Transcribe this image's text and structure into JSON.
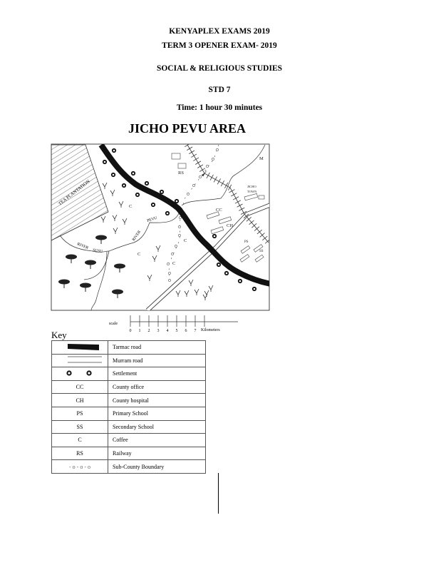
{
  "header": {
    "line1": "KENYAPLEX EXAMS 2019",
    "line2": "TERM 3 OPENER EXAM- 2019",
    "line3": "SOCIAL & RELIGIOUS STUDIES",
    "line4": "STD 7",
    "line5": "Time: 1 hour 30 minutes"
  },
  "map": {
    "title": "JICHO PEVU AREA",
    "labels": {
      "tea": "TEA PLANTATION",
      "rs": "RS",
      "m": "M",
      "jicho1": "JICHO",
      "jicho2": "TOWN",
      "cc": "CC",
      "ch": "CH",
      "ps": "PS",
      "ss": "SS",
      "c": "C",
      "pevu": "PEVU",
      "river": "RIVER",
      "river_susu": "RIVER",
      "susu": "SUSU"
    },
    "scale": {
      "label": "scale",
      "ticks": [
        "0",
        "1",
        "2",
        "3",
        "4",
        "5",
        "6",
        "7"
      ],
      "unit": "Kilometers"
    }
  },
  "key": {
    "title": "Key",
    "rows": [
      {
        "symbol": "tarmac-road",
        "desc": "Tarmac road"
      },
      {
        "symbol": "murram-road",
        "desc": "Murram road"
      },
      {
        "symbol": "settlement",
        "desc": "Settlement"
      },
      {
        "symbol": "CC",
        "desc": "County office"
      },
      {
        "symbol": "CH",
        "desc": "County hospital"
      },
      {
        "symbol": "PS",
        "desc": "Primary School"
      },
      {
        "symbol": "SS",
        "desc": "Secondary School"
      },
      {
        "symbol": "C",
        "desc": "Coffee"
      },
      {
        "symbol": "RS",
        "desc": "Railway"
      },
      {
        "symbol": "- o - o - o",
        "desc": "Sub-County Boundary"
      }
    ]
  }
}
